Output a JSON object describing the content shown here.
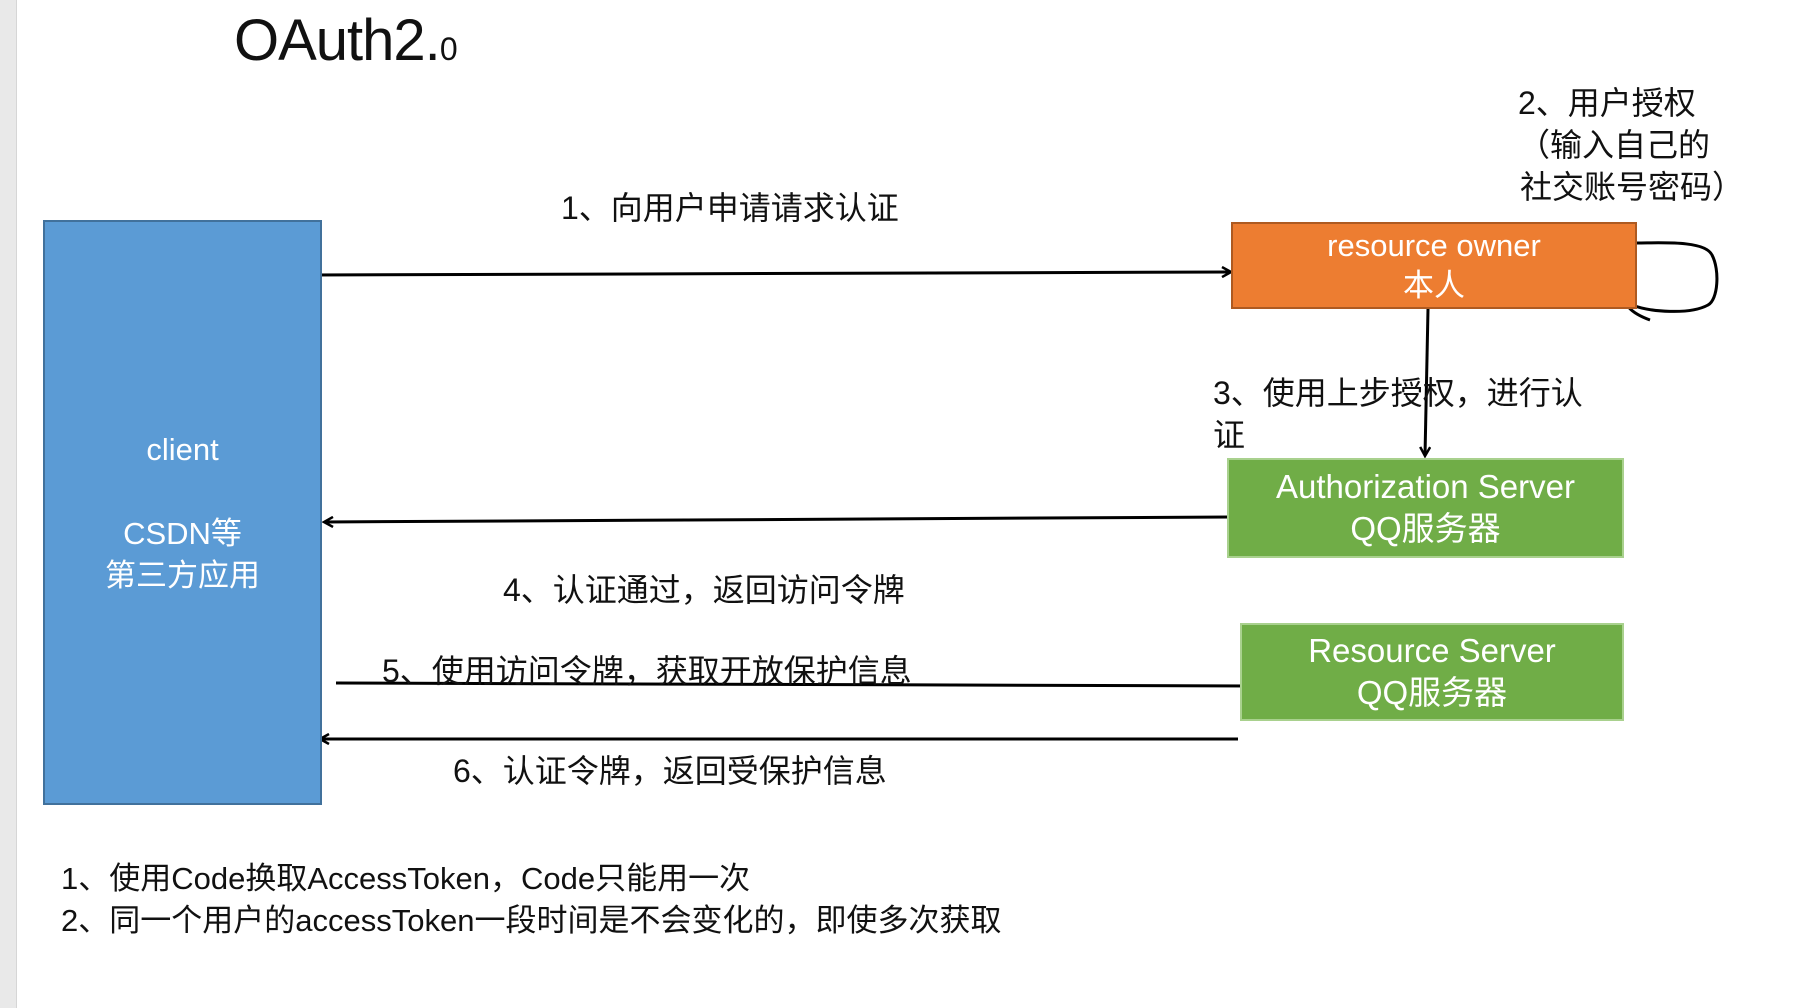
{
  "title": {
    "main": "OAuth2.",
    "suffix": "0"
  },
  "nodes": {
    "client": {
      "line1": "client",
      "line2": "CSDN等",
      "line3": "第三方应用"
    },
    "resource_owner": {
      "line1": "resource owner",
      "line2": "本人"
    },
    "authorization_server": {
      "line1": "Authorization Server",
      "line2": "QQ服务器"
    },
    "resource_server": {
      "line1": "Resource Server",
      "line2": "QQ服务器"
    }
  },
  "steps": {
    "s1": "1、向用户申请请求认证",
    "s2_line1": "2、用户授权",
    "s2_line2": "（输入自己的",
    "s2_line3": "社交账号密码）",
    "s3_line1": "3、使用上步授权，进行认",
    "s3_line2": "证",
    "s4": "4、认证通过，返回访问令牌",
    "s5": "5、使用访问令牌，获取开放保护信息",
    "s6": "6、认证令牌，返回受保护信息"
  },
  "notes": [
    "1、使用Code换取AccessToken，Code只能用一次",
    "2、同一个用户的accessToken一段时间是不会变化的，即使多次获取"
  ],
  "colors": {
    "client": "#5b9bd5",
    "resource_owner": "#ed7d31",
    "server": "#70ad47",
    "arrow": "#000000"
  }
}
